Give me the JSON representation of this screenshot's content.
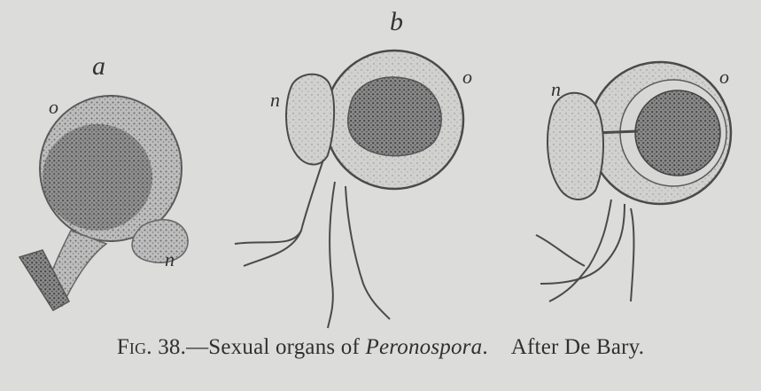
{
  "figure": {
    "panels": [
      {
        "label": "a",
        "parts": [
          {
            "label": "o"
          },
          {
            "label": "n"
          }
        ]
      },
      {
        "label": "b",
        "parts": [
          {
            "label": "n"
          },
          {
            "label": "o"
          }
        ]
      },
      {
        "label": "",
        "parts": [
          {
            "label": "n"
          },
          {
            "label": "o"
          }
        ]
      }
    ],
    "ink_color": "#4a4a4a",
    "background_color": "#dcdcda"
  },
  "caption": {
    "fig_number": "Fig. 38.",
    "dash": "—",
    "text_before": "Sexual organs of ",
    "genus": "Peronospora",
    "text_after": ".",
    "attribution": "After De Bary."
  }
}
